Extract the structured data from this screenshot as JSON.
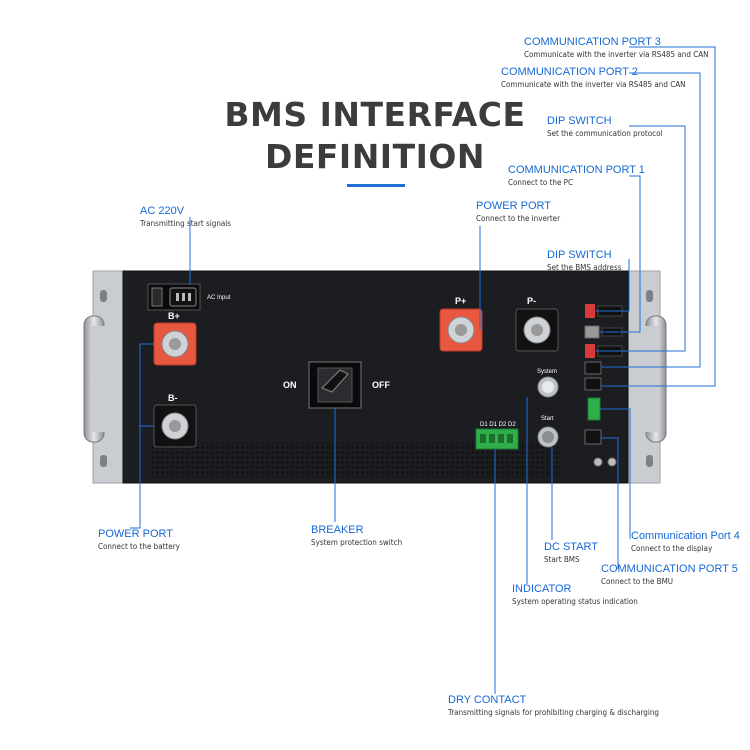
{
  "title": {
    "line1": "BMS INTERFACE",
    "line2": "DEFINITION"
  },
  "panel_labels": {
    "ac_input": "AC Input",
    "b_plus": "B+",
    "b_minus": "B-",
    "p_plus": "P+",
    "p_minus": "P-",
    "on": "ON",
    "off": "OFF",
    "dry_contacts": "D1 D1 D2 D2",
    "system": "System",
    "start": "Start"
  },
  "callouts": {
    "comm_port_3": {
      "title": "COMMUNICATION PORT 3",
      "desc": "Communicate with the inverter via RS485 and CAN"
    },
    "comm_port_2": {
      "title": "COMMUNICATION PORT 2",
      "desc": "Communicate with the inverter via RS485 and CAN"
    },
    "dip_switch_protocol": {
      "title": "DIP SWITCH",
      "desc": "Set the communication protocol"
    },
    "comm_port_1": {
      "title": "COMMUNICATION PORT 1",
      "desc": "Connect to the PC"
    },
    "power_port_inverter": {
      "title": "POWER PORT",
      "desc": "Connect to the inverter"
    },
    "dip_switch_address": {
      "title": "DIP SWITCH",
      "desc": "Set the BMS address"
    },
    "ac_220v": {
      "title": "AC 220V",
      "desc": "Transmitting start signals"
    },
    "power_port_battery": {
      "title": "POWER PORT",
      "desc": "Connect to the battery"
    },
    "breaker": {
      "title": "BREAKER",
      "desc": "System protection switch"
    },
    "dc_start": {
      "title": "DC START",
      "desc": "Start BMS"
    },
    "indicator": {
      "title": "INDICATOR",
      "desc": "System operating status indication"
    },
    "dry_contact": {
      "title": "DRY CONTACT",
      "desc": "Transmitting signals for prohibiting charging & discharging"
    },
    "comm_port_4": {
      "title": "Communication Port 4",
      "desc": "Connect to the display"
    },
    "comm_port_5": {
      "title": "COMMUNICATION PORT 5",
      "desc": "Connect to the BMU"
    }
  },
  "colors": {
    "accent": "#1f6fd6",
    "panel": "#1c1d21",
    "terminal": "#e8573f",
    "connector": "#2fae4a",
    "bracket": "#c9ccd1"
  }
}
